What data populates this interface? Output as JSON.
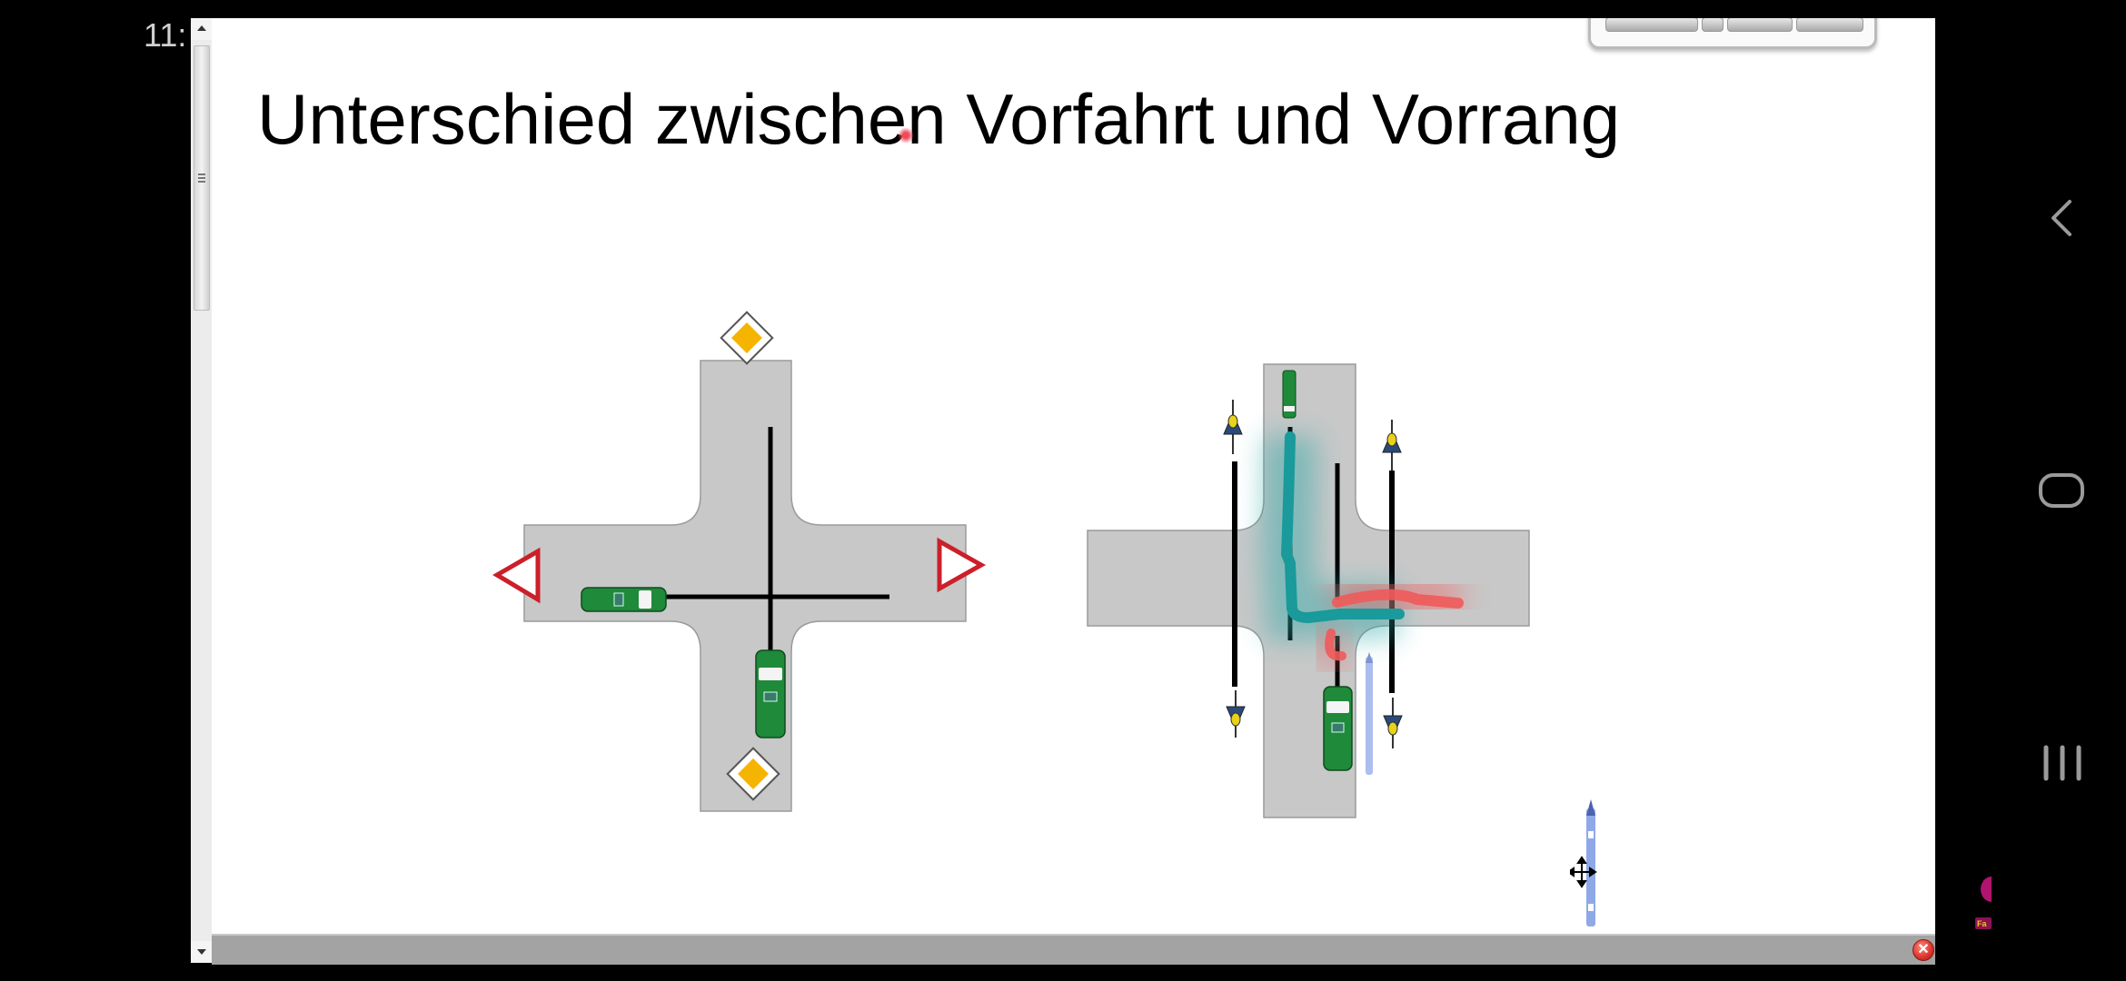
{
  "status_bar": {
    "time": "11:"
  },
  "slide": {
    "title": "Unterschied zwischen Vorfahrt und Vorrang"
  },
  "diagrams": [
    {
      "name": "Vorfahrt",
      "description": "Crossroads with priority road signs (yellow diamond) on the vertical road and yield signs (red triangles) on the horizontal road; two green cars with intersecting black path lines",
      "signs": [
        "priority-road-sign-top",
        "priority-road-sign-bottom",
        "yield-sign-left",
        "yield-sign-right"
      ],
      "vehicles": [
        "green-car-west",
        "green-car-south"
      ]
    },
    {
      "name": "Vorrang",
      "description": "Crossroads with cyclists on both sides and two green vehicles; teal annotation line turning right and red annotation stroke",
      "vehicles": [
        "green-car-north",
        "green-car-south"
      ],
      "cyclists": 4,
      "annotations": [
        {
          "color": "#1a9a9a",
          "type": "pen-stroke"
        },
        {
          "color": "#f05a5a",
          "type": "highlighter-stroke"
        }
      ]
    }
  ],
  "floating_pen_tool": {
    "cursor": "move-cursor"
  },
  "bottom_bar": {
    "close_label": "✕"
  },
  "colors": {
    "road": "#c8c8c8",
    "car": "#1f8a3a",
    "priority_sign": "#f5b400",
    "yield_sign": "#cc1f2a",
    "pen_teal": "#1a9a9a",
    "highlight_red": "#f05a5a",
    "pen_tool": "#8fa8e8"
  },
  "nav_bar": {
    "back": "back-icon",
    "home": "home-icon",
    "recents": "recents-icon"
  }
}
